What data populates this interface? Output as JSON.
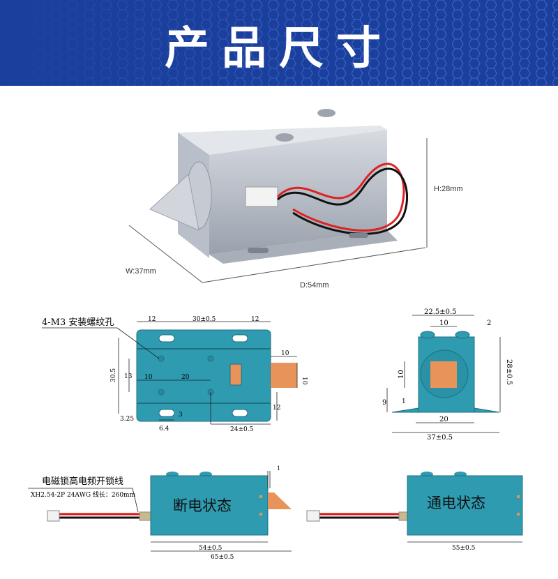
{
  "header": {
    "title": "产品尺寸"
  },
  "photo": {
    "height_label": "H:28mm",
    "width_label": "W:37mm",
    "depth_label": "D:54mm"
  },
  "top_view": {
    "callout": "4-M3 安装螺纹孔",
    "dims": {
      "left12": "12",
      "mid": "30±0.5",
      "right12": "12",
      "height": "30.5",
      "v13": "13",
      "h10": "10",
      "h20": "20",
      "bolt10w": "10",
      "bolt10h": "10",
      "v12": "12",
      "v325": "3.25",
      "v3": "3",
      "h64": "6.4",
      "bottom24": "24±0.5"
    }
  },
  "front_view": {
    "dims": {
      "top": "22.5±0.5",
      "inner10": "10",
      "v2": "2",
      "v10": "10",
      "height": "28±0.5",
      "v9": "9",
      "v1": "1",
      "base20": "20",
      "total": "37±0.5"
    }
  },
  "side_views": {
    "wire_title": "电磁锁高电频开锁线",
    "wire_spec": "XH2.54-2P 24AWG 线长：260mm",
    "off_label": "断电状态",
    "on_label": "通电状态",
    "off_dims": {
      "v1": "1",
      "body": "54±0.5",
      "total": "65±0.5"
    },
    "on_dims": {
      "body": "55±0.5"
    }
  },
  "colors": {
    "header": "#1b3f9c",
    "body": "#2e9bb0",
    "bolt": "#e7935a"
  }
}
